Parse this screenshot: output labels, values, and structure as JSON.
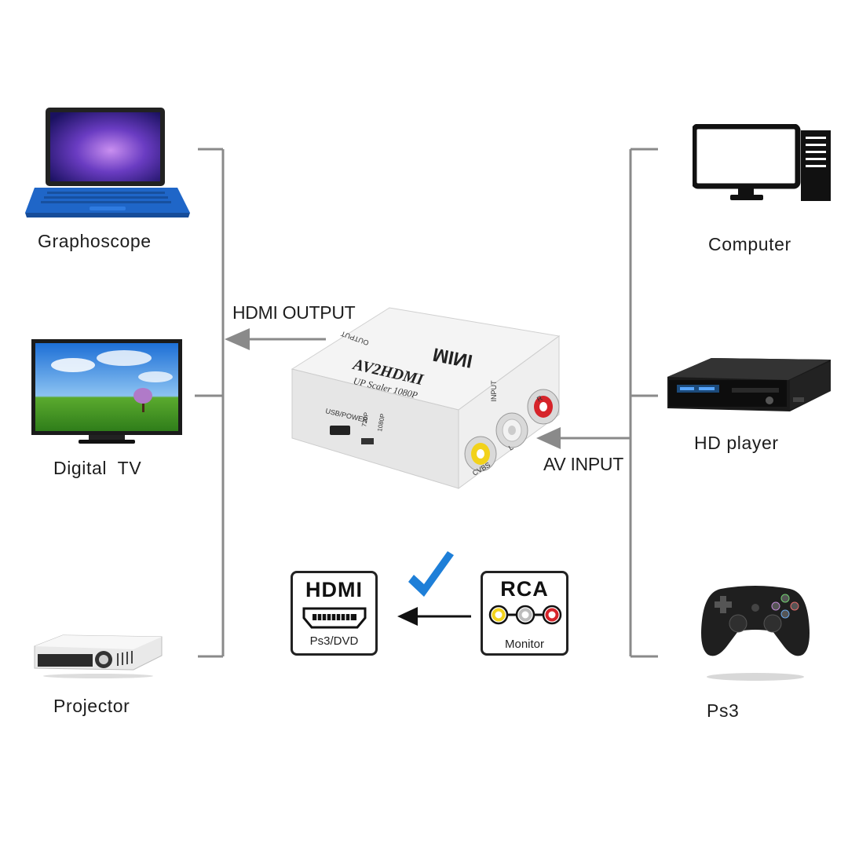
{
  "left_devices": [
    {
      "label": "Graphoscope",
      "icon": "laptop-icon"
    },
    {
      "label": "Digital  TV",
      "icon": "tv-icon"
    },
    {
      "label": "Projector",
      "icon": "projector-icon"
    }
  ],
  "right_devices": [
    {
      "label": "Computer",
      "icon": "desktop-computer-icon"
    },
    {
      "label": "HD player",
      "icon": "hd-player-icon"
    },
    {
      "label": "Ps3",
      "icon": "gamepad-icon"
    }
  ],
  "flow": {
    "output_label": "HDMI OUTPUT",
    "input_label": "AV INPUT"
  },
  "converter": {
    "brand": "MINI",
    "model": "AV2HDMI",
    "subtitle": "UP Scaler 1080P",
    "output_port": "OUTPUT",
    "input_port": "INPUT",
    "usb_label": "USB/POWER",
    "res_720": "720P",
    "res_1080": "1080P",
    "jack_r": "R",
    "jack_l": "L",
    "jack_cvbs": "CVBS"
  },
  "hdmi_badge": {
    "title": "HDMI",
    "subtitle": "Ps3/DVD"
  },
  "rca_badge": {
    "title": "RCA",
    "subtitle": "Monitor"
  },
  "colors": {
    "line": "#8a8a8a",
    "check": "#1e7fd8",
    "laptop_blue": "#1f66c8",
    "rca_yellow": "#f2d21b",
    "rca_red": "#d6242a"
  }
}
